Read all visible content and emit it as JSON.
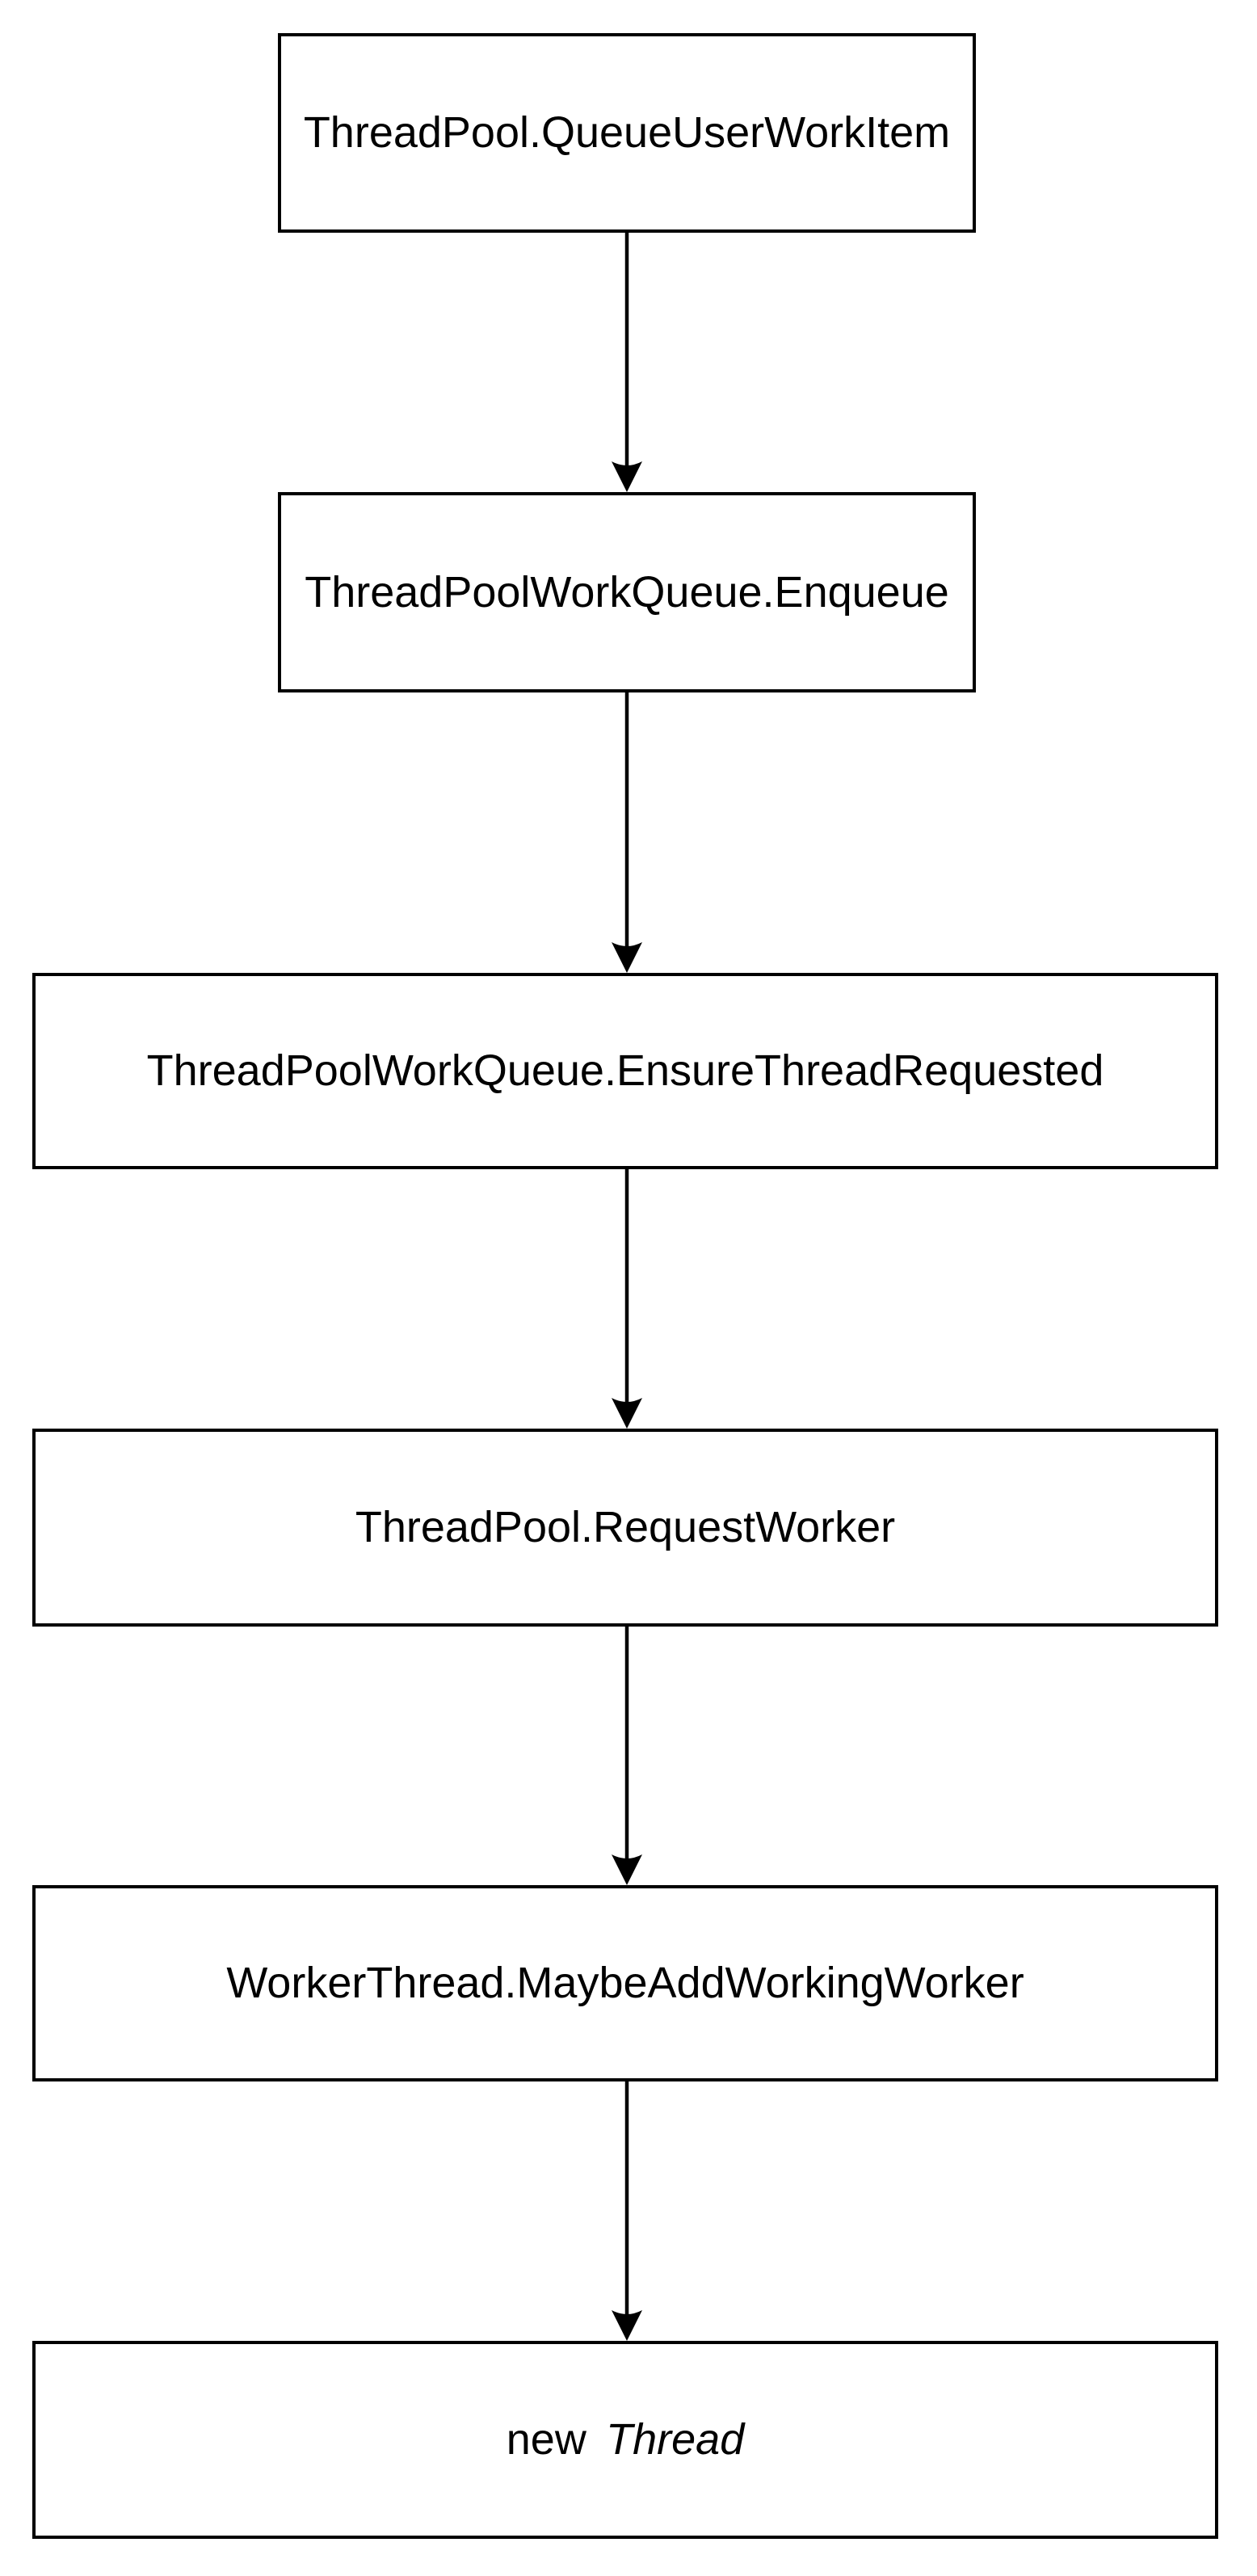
{
  "diagram": {
    "type": "flowchart",
    "direction": "top-down",
    "nodes": [
      {
        "label": "ThreadPool.QueueUserWorkItem"
      },
      {
        "label": "ThreadPoolWorkQueue.Enqueue"
      },
      {
        "label": "ThreadPoolWorkQueue.EnsureThreadRequested"
      },
      {
        "label": "ThreadPool.RequestWorker"
      },
      {
        "label": "WorkerThread.MaybeAddWorkingWorker"
      },
      {
        "label": "new Thread",
        "label_prefix": "new",
        "label_italic": "Thread"
      }
    ],
    "edges": [
      {
        "from": "ThreadPool.QueueUserWorkItem",
        "to": "ThreadPoolWorkQueue.Enqueue"
      },
      {
        "from": "ThreadPoolWorkQueue.Enqueue",
        "to": "ThreadPoolWorkQueue.EnsureThreadRequested"
      },
      {
        "from": "ThreadPoolWorkQueue.EnsureThreadRequested",
        "to": "ThreadPool.RequestWorker"
      },
      {
        "from": "ThreadPool.RequestWorker",
        "to": "WorkerThread.MaybeAddWorkingWorker"
      },
      {
        "from": "WorkerThread.MaybeAddWorkingWorker",
        "to": "new Thread"
      }
    ],
    "colors": {
      "stroke": "#000000",
      "node_fill": "#ffffff",
      "text": "#000000",
      "background": "#ffffff"
    }
  }
}
